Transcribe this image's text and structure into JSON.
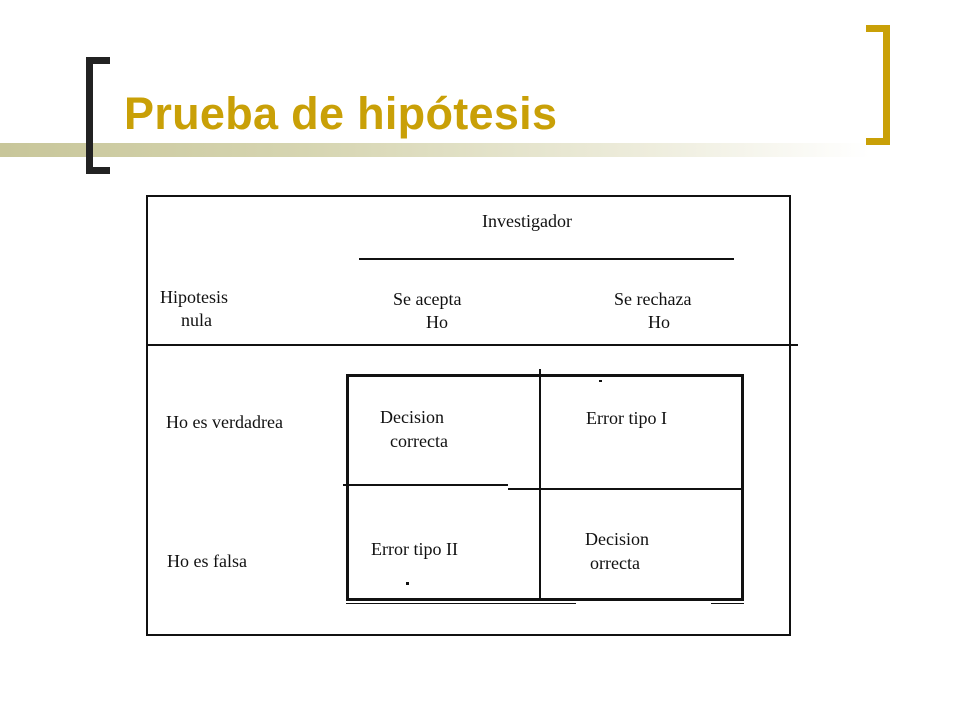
{
  "slide": {
    "title": "Prueba de hipótesis"
  },
  "table": {
    "header_group": "Investigador",
    "row_header": [
      "Hipotesis",
      "nula"
    ],
    "columns": [
      {
        "line1": "Se acepta",
        "line2": "Ho"
      },
      {
        "line1": "Se rechaza",
        "line2": "Ho"
      }
    ],
    "rows": [
      {
        "label": "Ho es verdadrea",
        "cells": [
          [
            "Decision",
            "correcta"
          ],
          [
            "Error tipo I"
          ]
        ]
      },
      {
        "label": "Ho es falsa",
        "cells": [
          [
            "Error tipo II"
          ],
          [
            "Decision",
            "orrecta"
          ]
        ]
      }
    ]
  },
  "colors": {
    "title": "#c9a007",
    "right_bracket": "#c9a007",
    "left_bracket": "#222222",
    "header_rule": "#c8c69a"
  }
}
